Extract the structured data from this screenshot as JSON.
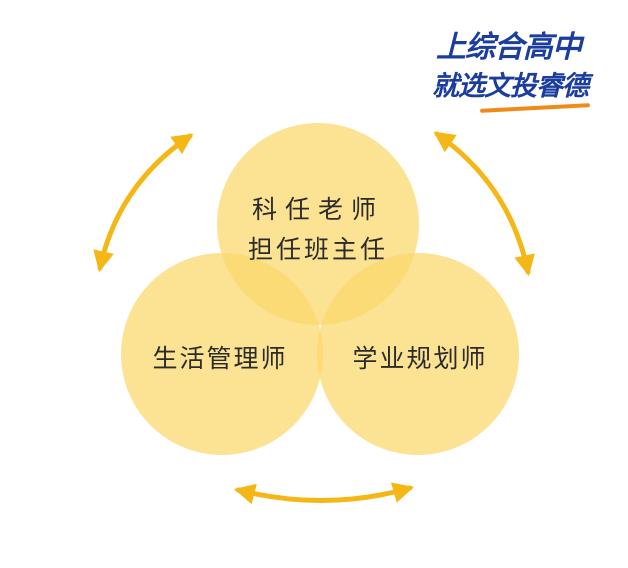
{
  "logo": {
    "line1": "上综合高中",
    "line2": "就选文投睿德"
  },
  "circles": {
    "top": {
      "line1": "科任老师",
      "line2": "担任班主任"
    },
    "left": {
      "label": "生活管理师"
    },
    "right": {
      "label": "学业规划师"
    }
  },
  "colors": {
    "circle_fill": "#fbd86a",
    "circle_overlap": "#f6c84a",
    "arrow": "#f5b716",
    "logo_blue": "#1b3e9e",
    "logo_orange": "#f08a18",
    "text": "#2b2b2b"
  }
}
